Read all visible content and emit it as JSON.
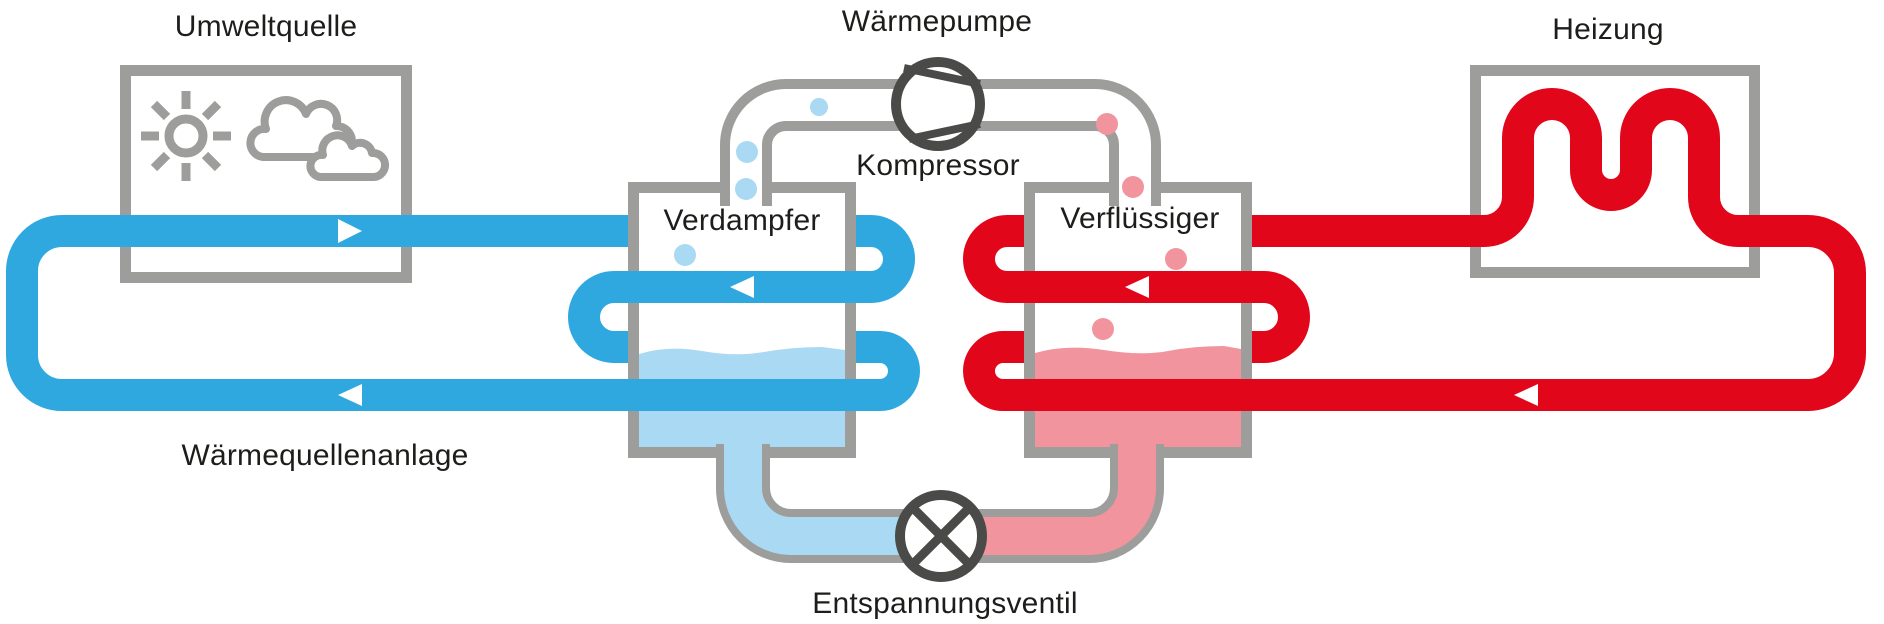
{
  "diagram_title": "Wärmepumpe",
  "labels": {
    "umweltquelle": "Umweltquelle",
    "waermepumpe": "Wärmepumpe",
    "kompressor": "Kompressor",
    "verdampfer": "Verdampfer",
    "verfluessiger": "Verflüssiger",
    "heizung": "Heizung",
    "waermequellenanlage": "Wärmequellenanlage",
    "entspannungsventil": "Entspannungsventil"
  },
  "icons": [
    "sun-icon",
    "clouds-icon",
    "compressor-icon",
    "expansion-valve-icon",
    "radiator-coil-icon",
    "flow-arrow-icon"
  ],
  "flow_arrows": {
    "source_top_row": "right",
    "evaporator_row": "left",
    "source_bottom_row": "left",
    "condenser_row": "left",
    "heating_bottom_row": "left"
  },
  "colors": {
    "source_blue": "#2FA8E0",
    "light_blue": "#A9D9F3",
    "heating_red": "#E2061A",
    "pink": "#F1949E",
    "outline_gray": "#9D9D9C",
    "dark_gray": "#4A4A49",
    "text": "#1D1D1B"
  }
}
